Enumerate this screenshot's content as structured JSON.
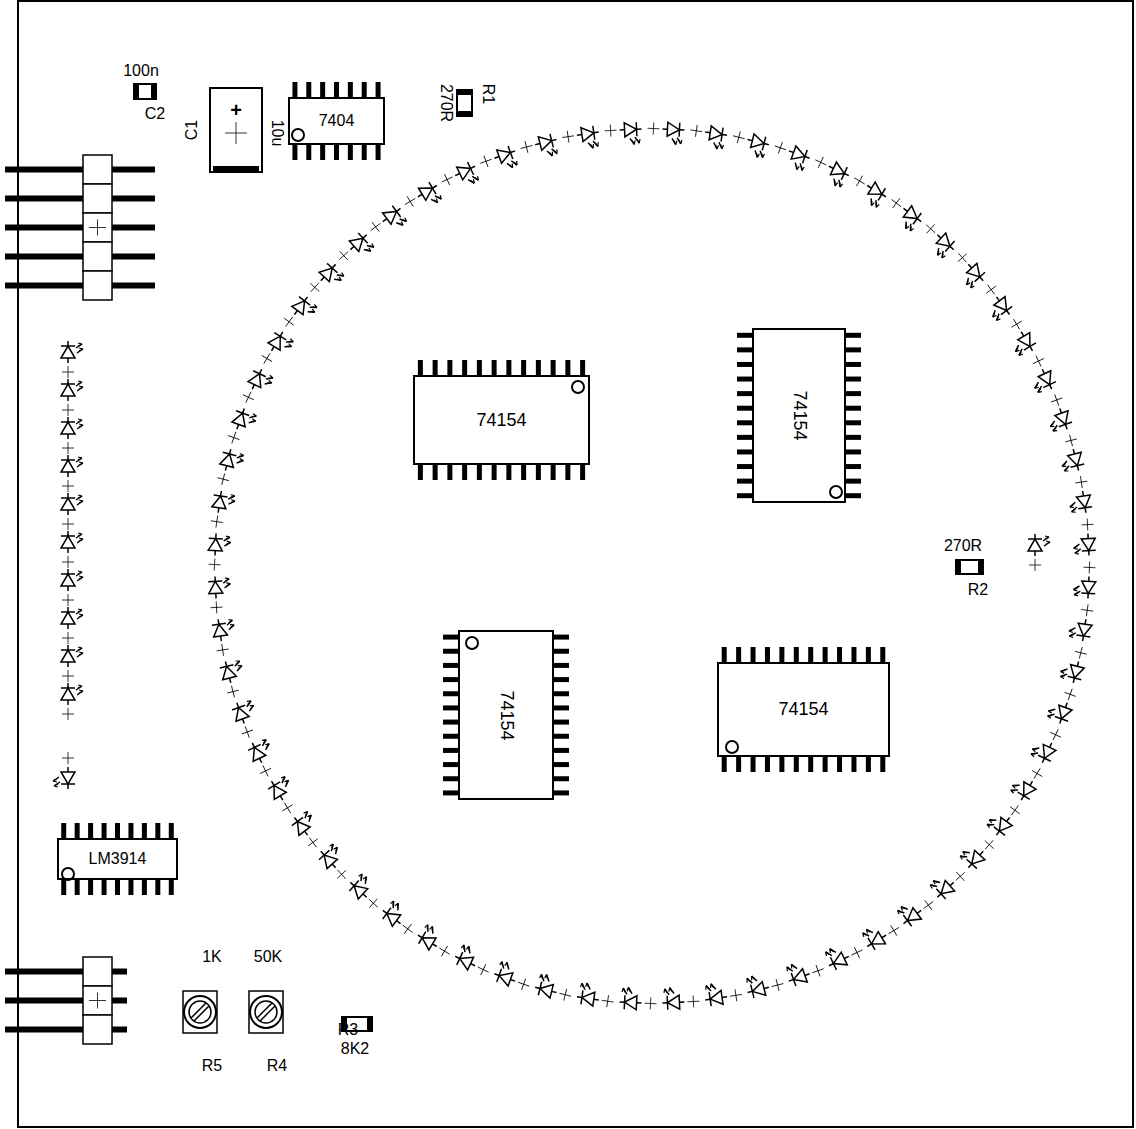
{
  "diagram": {
    "nodes": [
      {
        "text": [
          "7404"
        ]
      },
      {
        "text": [
          "74154"
        ]
      },
      {
        "text": [
          "74154"
        ]
      },
      {
        "text": [
          "74154"
        ]
      },
      {
        "text": [
          "74154"
        ]
      },
      {
        "text": [
          "LM3914"
        ]
      }
    ],
    "labels": [
      "100n",
      "C2",
      "C1",
      "+",
      "10u",
      "R1",
      "270R",
      "270R",
      "R2",
      "1K",
      "50K",
      "R5",
      "R4",
      "R3",
      "8K2"
    ]
  }
}
